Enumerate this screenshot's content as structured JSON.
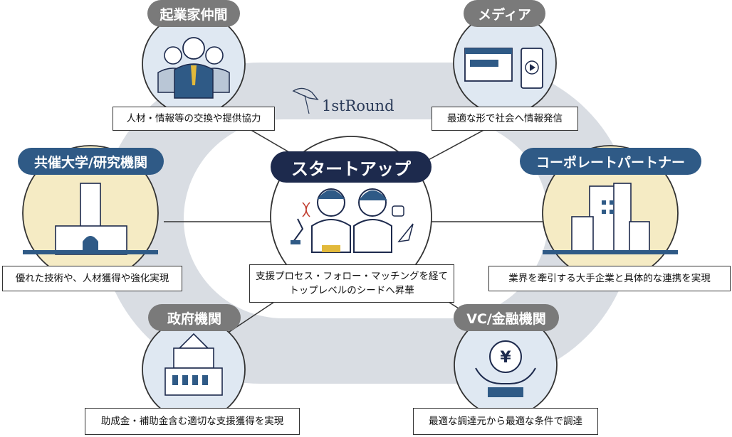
{
  "center": {
    "title": "スタートアップ",
    "description_lines": [
      "支援プロセス・フォロー・マッチングを経て",
      "トップレベルのシードへ昇華"
    ]
  },
  "logo": {
    "text": "1stRound"
  },
  "nodes": {
    "entrepreneurs": {
      "label": "起業家仲間",
      "description": "人材・情報等の交換や提供協力"
    },
    "media": {
      "label": "メディア",
      "description": "最適な形で社会へ情報発信"
    },
    "university": {
      "label": "共催大学/研究機関",
      "description": "優れた技術や、人材獲得や強化実現"
    },
    "corporate": {
      "label": "コーポレートパートナー",
      "description": "業界を牽引する大手企業と具体的な連携を実現"
    },
    "government": {
      "label": "政府機関",
      "description": "助成金・補助金含む適切な支援獲得を実現"
    },
    "vc": {
      "label": "VC/金融機関",
      "description": "最適な調達元から最適な条件で調達"
    }
  },
  "icons": {
    "entrepreneurs": "business-people-icon",
    "media": "screens-icon",
    "university": "university-building-icon",
    "corporate": "office-buildings-icon",
    "government": "government-building-icon",
    "vc": "yen-coin-hands-icon",
    "startup": "startup-team-icon",
    "logo": "hummingbird-icon"
  },
  "colors": {
    "navy": "#2f5a86",
    "dark_navy": "#1d2a4d",
    "gray_tag": "#7a7a7a",
    "ring": "#d9dde3",
    "circle_blue": "#dfe8f2",
    "circle_cream": "#f5ebc4"
  }
}
